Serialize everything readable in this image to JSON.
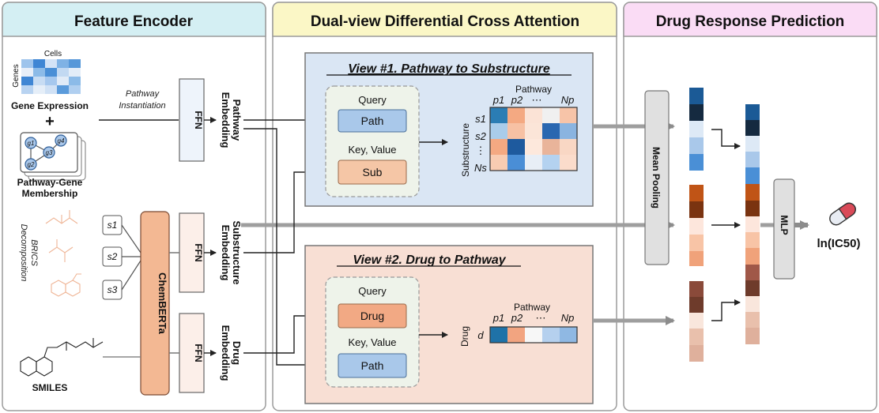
{
  "panels": {
    "encoder": "Feature Encoder",
    "attention": "Dual-view Differential Cross Attention",
    "prediction": "Drug Response Prediction"
  },
  "encoder": {
    "cells_label": "Cells",
    "genes_label": "Genes",
    "gene_expression": "Gene Expression",
    "plus": "+",
    "pathway_gene_line1": "Pathway-Gene",
    "pathway_gene_line2": "Membership",
    "gene_nodes": [
      "g1",
      "g2",
      "g3",
      "g4"
    ],
    "pathway_inst_line1": "Pathway",
    "pathway_inst_line2": "Instantiation",
    "brics_line1": "BRICS",
    "brics_line2": "Decomposition",
    "substructures": [
      "s1",
      "s2",
      "s3"
    ],
    "chemberta": "ChemBERTa",
    "smiles": "SMILES",
    "ffn": "FFN",
    "pathway_emb_line1": "Pathway",
    "pathway_emb_line2": "Embedding",
    "substructure_emb_line1": "Substructure",
    "substructure_emb_line2": "Embedding",
    "drug_emb_line1": "Drug",
    "drug_emb_line2": "Embedding"
  },
  "view1": {
    "title": "View #1. Pathway to Substructure",
    "query_label": "Query",
    "query_box": "Path",
    "kv_label": "Key, Value",
    "kv_box": "Sub",
    "pathway_label": "Pathway",
    "col_labels": [
      "p1",
      "p2",
      "⋯",
      "Np"
    ],
    "row_axis": "Substructure",
    "row_labels": [
      "s1",
      "s2",
      "⋮",
      "Ns"
    ]
  },
  "view2": {
    "title": "View #2. Drug to Pathway",
    "query_label": "Query",
    "query_box": "Drug",
    "kv_label": "Key, Value",
    "kv_box": "Path",
    "pathway_label": "Pathway",
    "col_labels": [
      "p1",
      "p2",
      "⋯",
      "Np"
    ],
    "row_axis": "Drug",
    "row_label": "d"
  },
  "prediction": {
    "mean_pooling": "Mean Pooling",
    "mlp": "MLP",
    "output": "ln(IC50)"
  },
  "colors": {
    "encoder_header": "#d4eff3",
    "attention_header": "#fbf7c6",
    "prediction_header": "#fadcf5",
    "view1_bg": "#dae6f4",
    "view2_bg": "#f8dfd4",
    "chemberta": "#f3b893",
    "blue_dark": "#1b5a96",
    "brown_dark": "#6e3b2b"
  }
}
